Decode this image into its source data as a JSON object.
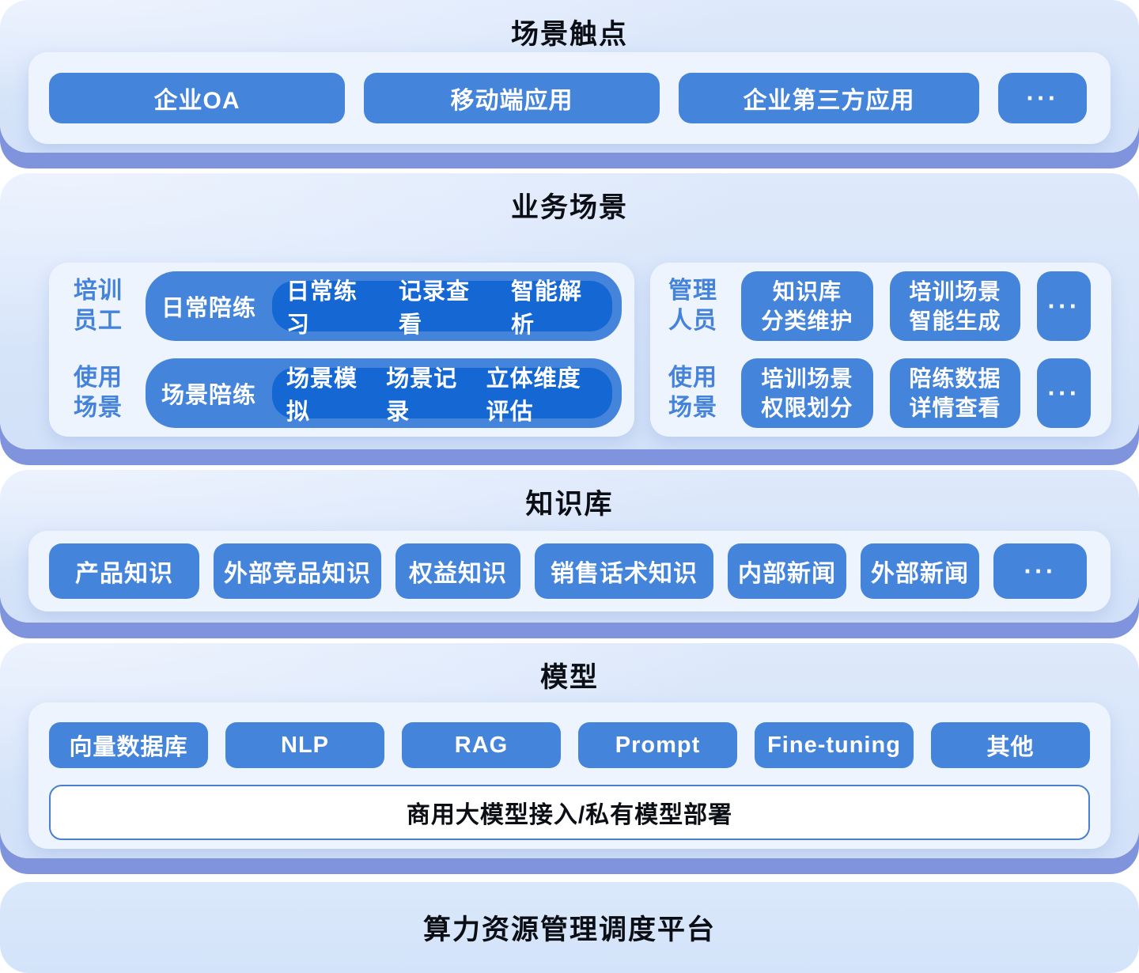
{
  "colors": {
    "section_bg_top": "#dee9fb",
    "section_bg_bottom": "#d2e1f8",
    "section_bottom_edge": "#8094de",
    "panel_bg": "#edf4fe",
    "button_blue": "#4484da",
    "pill_inner_blue": "#1568d4",
    "label_blue": "#4583db",
    "title_dark": "#0b0e14",
    "bar_border_blue": "#4a7fd0"
  },
  "sections": {
    "touchpoints": {
      "title": "场景触点",
      "buttons": [
        "企业OA",
        "移动端应用",
        "企业第三方应用",
        "···"
      ]
    },
    "business": {
      "title": "业务场景",
      "left": {
        "rows": [
          {
            "label_line1": "培训",
            "label_line2": "员工",
            "pill_label": "日常陪练",
            "items": [
              "日常练习",
              "记录查看",
              "智能解析"
            ]
          },
          {
            "label_line1": "使用",
            "label_line2": "场景",
            "pill_label": "场景陪练",
            "items": [
              "场景模拟",
              "场景记录",
              "立体维度评估"
            ]
          }
        ]
      },
      "right": {
        "rows": [
          {
            "label_line1": "管理",
            "label_line2": "人员",
            "btn1_line1": "知识库",
            "btn1_line2": "分类维护",
            "btn2_line1": "培训场景",
            "btn2_line2": "智能生成",
            "more": "···"
          },
          {
            "label_line1": "使用",
            "label_line2": "场景",
            "btn1_line1": "培训场景",
            "btn1_line2": "权限划分",
            "btn2_line1": "陪练数据",
            "btn2_line2": "详情查看",
            "more": "···"
          }
        ]
      }
    },
    "knowledge": {
      "title": "知识库",
      "buttons": [
        "产品知识",
        "外部竞品知识",
        "权益知识",
        "销售话术知识",
        "内部新闻",
        "外部新闻",
        "···"
      ]
    },
    "model": {
      "title": "模型",
      "buttons": [
        "向量数据库",
        "NLP",
        "RAG",
        "Prompt",
        "Fine-tuning",
        "其他"
      ],
      "bar": "商用大模型接入/私有模型部署"
    },
    "platform": {
      "title": "算力资源管理调度平台"
    }
  }
}
